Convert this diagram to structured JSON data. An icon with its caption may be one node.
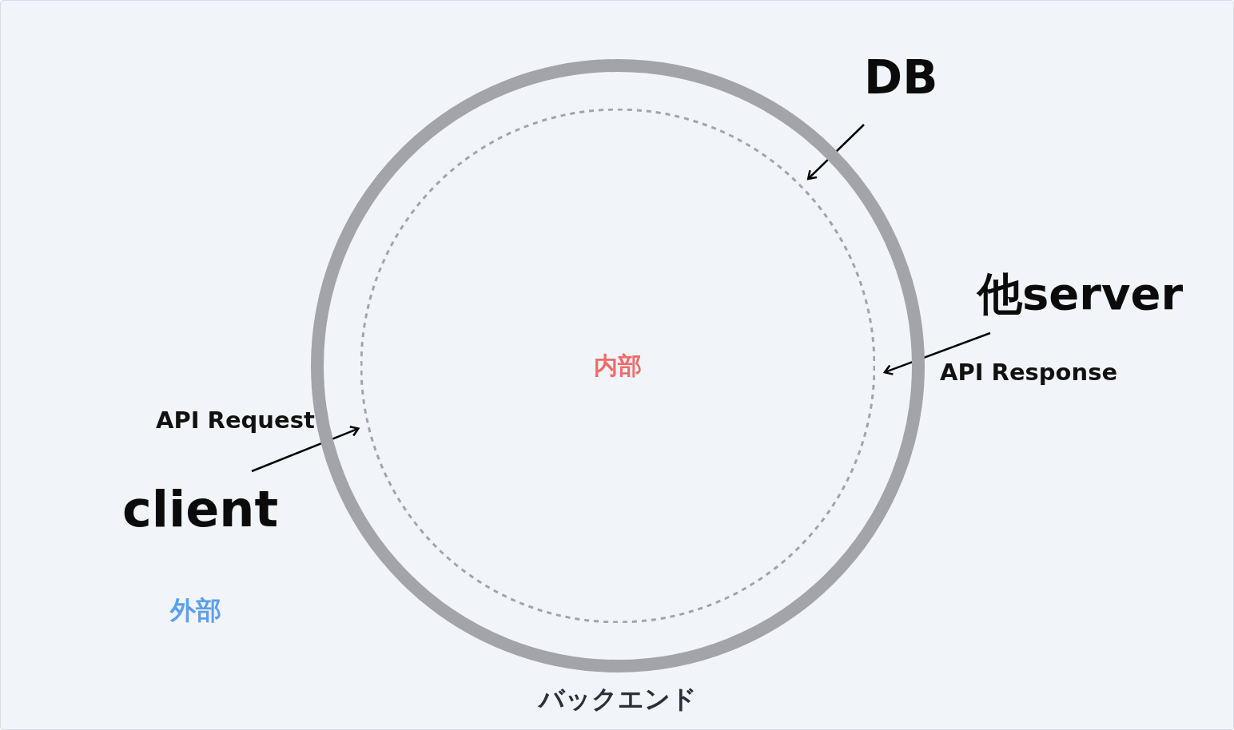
{
  "diagram": {
    "nodes": [
      {
        "text": [
          "バックエンド"
        ]
      },
      {
        "text": [
          "内部"
        ],
        "in": 0
      },
      {
        "text": [
          "DB"
        ]
      },
      {
        "text": [
          "他server"
        ]
      },
      {
        "text": [
          "client"
        ]
      }
    ],
    "edges": [
      {
        "from": 2,
        "to": 1,
        "arrow": "to"
      },
      {
        "from": 3,
        "to": 1,
        "arrow": "to",
        "label": "API Response"
      },
      {
        "from": 4,
        "to": 1,
        "arrow": "to",
        "label": "API Request"
      }
    ],
    "labels": [
      "外部"
    ]
  }
}
